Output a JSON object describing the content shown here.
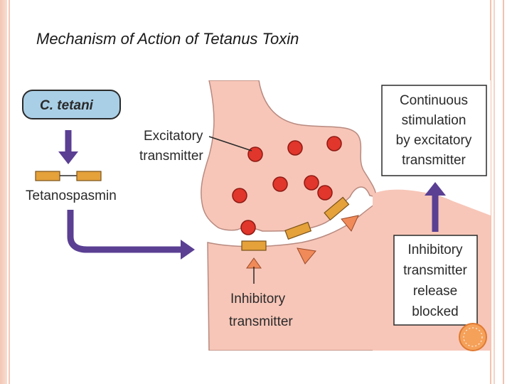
{
  "slide": {
    "title": "Mechanism of Action of Tetanus Toxin"
  },
  "diagram": {
    "organism_label": "C. tetani",
    "toxin_label": "Tetanospasmin",
    "excitatory_label_line1": "Excitatory",
    "excitatory_label_line2": "transmitter",
    "inhibitory_label_line1": "Inhibitory",
    "inhibitory_label_line2": "transmitter",
    "outcome_box": {
      "line1": "Continuous",
      "line2": "stimulation",
      "line3": "by excitatory",
      "line4": "transmitter"
    },
    "blocked_box": {
      "line1": "Inhibitory",
      "line2": "transmitter",
      "line3": "release",
      "line4": "blocked"
    },
    "colors": {
      "background": "#ffffff",
      "neuron_fill": "#f7c6b8",
      "vesicle": "#e0362b",
      "toxin": "#e5a13a",
      "arrow": "#5a3f93",
      "label_box": "#a9cfe6",
      "inhibitory_vesicle": "#f08a58"
    }
  }
}
